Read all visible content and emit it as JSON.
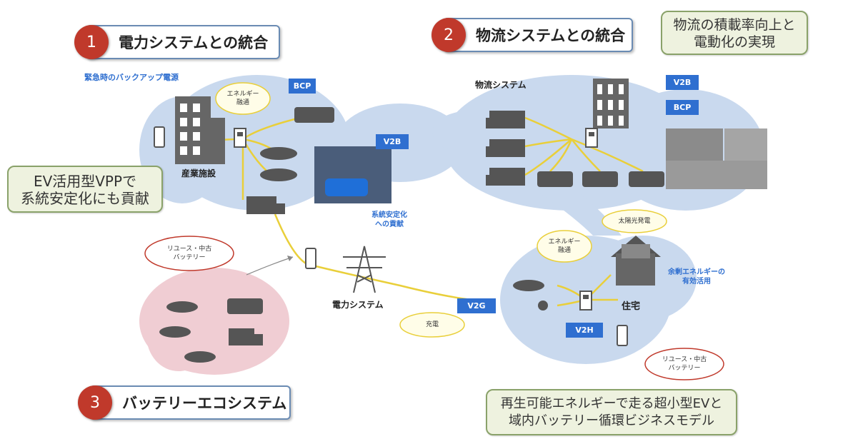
{
  "headers": [
    {
      "num": "1",
      "text": "電力システムとの統合"
    },
    {
      "num": "2",
      "text": "物流システムとの統合"
    },
    {
      "num": "3",
      "text": "バッテリーエコシステム"
    }
  ],
  "notes": {
    "logistics_goal": "物流の積載率向上と\n電動化の実現",
    "vpp": "EV活用型VPPで\n系統安定化にも貢献",
    "micro_ev": "再生可能エネルギーで走る超小型EVと\n域内バッテリー循環ビジネスモデル"
  },
  "labels": {
    "backup_power": "緊急時のバックアップ電源",
    "industrial": "産業施設",
    "logistics": "物流システム",
    "power_system": "電力システム",
    "house": "住宅",
    "grid_stabilize": "系統安定化\nへの貢献",
    "surplus_energy": "余剰エネルギーの\n有効活用"
  },
  "tags": {
    "bcp_left": "BCP",
    "v2b_mid": "V2B",
    "v2b_right": "V2B",
    "bcp_right": "BCP",
    "v2g": "V2G",
    "v2h": "V2H"
  },
  "bubbles": {
    "energy_left": "エネルギー\n融通",
    "reuse_left": "リユース・中古\nバッテリー",
    "solar": "太陽光発電",
    "energy_right": "エネルギー\n融通",
    "charging": "充電",
    "reuse_right": "リユース・中古\nバッテリー"
  },
  "colors": {
    "accent_red": "#c0392b",
    "tag_blue": "#2f6fd0",
    "cloud_blue": "#c9d9ee",
    "cloud_pink": "#f0cdd3",
    "note_green": "#eef2df",
    "line_yellow": "#e9cf3a"
  }
}
